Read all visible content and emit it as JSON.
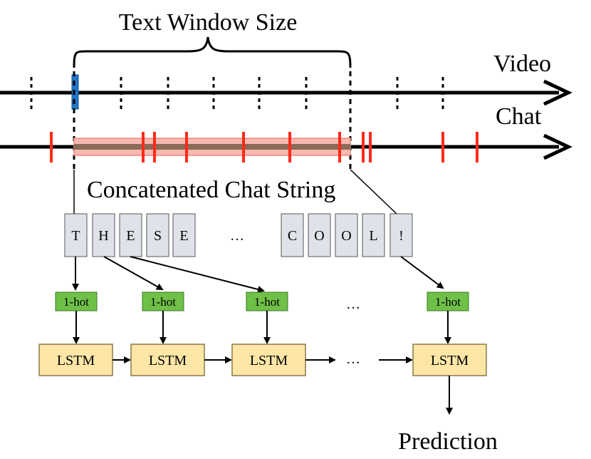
{
  "title": "Text Window Size",
  "timeline_labels": {
    "video": "Video",
    "chat": "Chat"
  },
  "string_label": "Concatenated Chat String",
  "chars_left": [
    "T",
    "H",
    "E",
    "S",
    "E"
  ],
  "chars_right": [
    "C",
    "O",
    "O",
    "L",
    "!"
  ],
  "ellipsis": "…",
  "onehot_label": "1-hot",
  "lstm_label": "LSTM",
  "output_label": "Prediction",
  "colors": {
    "video_marker": "#1f77c9",
    "chat_marker": "#ff2a1a",
    "window_band": "#f7b9b0",
    "window_core": "#8a6a58",
    "char_box": "#dfe3e9",
    "onehot_box": "#6fc048",
    "lstm_box": "#fde6a6"
  }
}
